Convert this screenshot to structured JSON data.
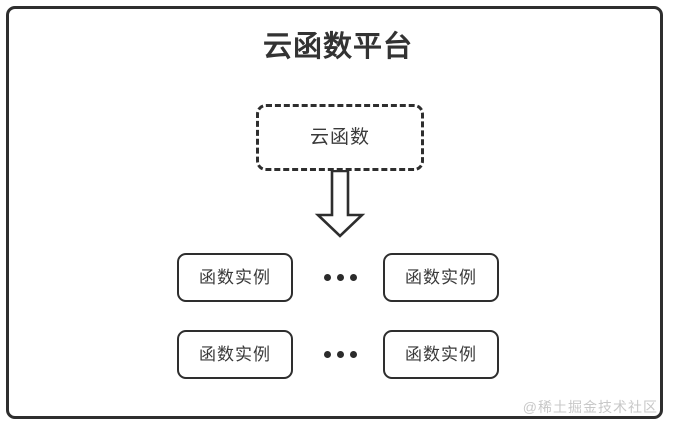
{
  "diagram": {
    "title": "云函数平台",
    "colors": {
      "stroke": "#2e2e2e",
      "text": "#3a3a3a",
      "title_text": "#333333",
      "background": "#ffffff",
      "watermark_text": "#c8c8c8"
    },
    "cloud_function": {
      "label": "云函数",
      "border_style": "dashed"
    },
    "arrow": {
      "name": "down-block-arrow",
      "direction": "down"
    },
    "instance_rows": [
      {
        "left_instance": "函数实例",
        "ellipsis": "•••",
        "right_instance": "函数实例"
      },
      {
        "left_instance": "函数实例",
        "ellipsis": "•••",
        "right_instance": "函数实例"
      }
    ],
    "watermark": "@稀土掘金技术社区"
  }
}
